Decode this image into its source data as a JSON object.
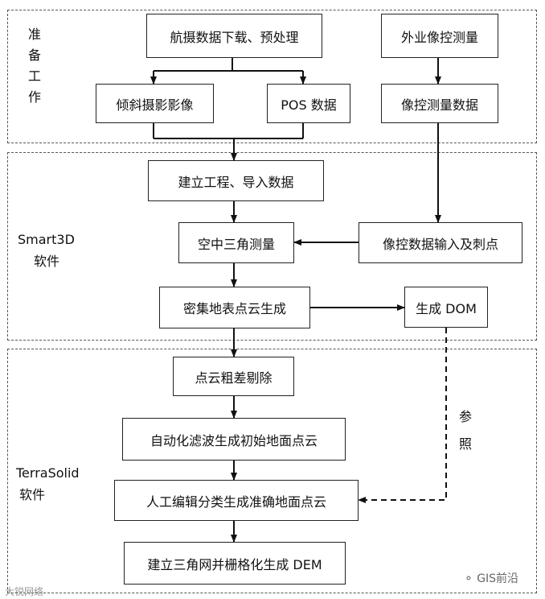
{
  "sections": {
    "prep": {
      "label_chars": [
        "准",
        "备",
        "工",
        "作"
      ]
    },
    "smart3d": {
      "label_lines": [
        "Smart3D",
        "软件"
      ]
    },
    "terrasolid": {
      "label_lines": [
        "TerraSolid",
        "软件"
      ]
    }
  },
  "nodes": {
    "download": "航摄数据下载、预处理",
    "field": "外业像控测量",
    "oblique": "倾斜摄影影像",
    "pos": "POS 数据",
    "gcp_data": "像控测量数据",
    "project": "建立工程、导入数据",
    "aero": "空中三角测量",
    "gcp_input": "像控数据输入及刺点",
    "dense": "密集地表点云生成",
    "dom": "生成 DOM",
    "outlier": "点云粗差剔除",
    "filter": "自动化滤波生成初始地面点云",
    "manual": "人工编辑分类生成准确地面点云",
    "dem": "建立三角网并栅格化生成 DEM"
  },
  "annotation": {
    "reference_chars": [
      "参",
      "照"
    ]
  },
  "watermarks": {
    "left": "大锐网络",
    "right": "GIS前沿"
  }
}
